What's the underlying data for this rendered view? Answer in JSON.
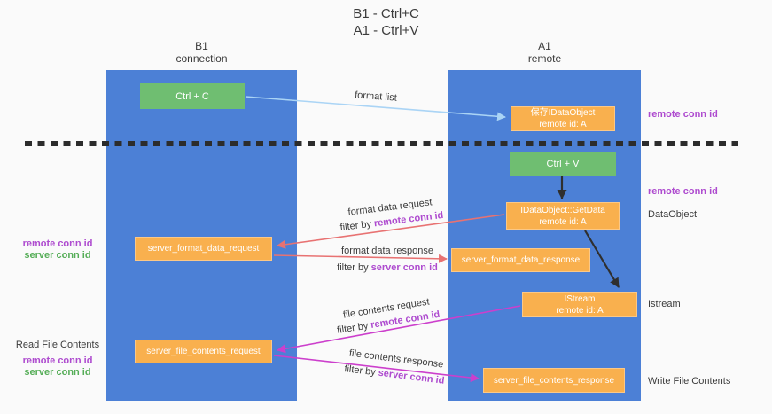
{
  "title": {
    "line1": "B1 - Ctrl+C",
    "line2": "A1 - Ctrl+V"
  },
  "lanes": {
    "left": {
      "name": "B1",
      "subtitle": "connection"
    },
    "right": {
      "name": "A1",
      "subtitle": "remote"
    }
  },
  "nodes": {
    "ctrl_c": {
      "label": "Ctrl + C"
    },
    "ctrl_v": {
      "label": "Ctrl + V"
    },
    "save_idataobject": {
      "line1": "保存IDataObject",
      "line2": "remote id: A"
    },
    "idataobject_getdata": {
      "line1": "IDataObject::GetData",
      "line2": "remote id: A"
    },
    "istream": {
      "line1": "IStream",
      "line2": "remote id: A"
    },
    "server_format_data_request": {
      "label": "server_format_data_request"
    },
    "server_format_data_response": {
      "label": "server_format_data_response"
    },
    "server_file_contents_request": {
      "label": "server_file_contents_request"
    },
    "server_file_contents_response": {
      "label": "server_file_contents_response"
    }
  },
  "shared": {
    "remote_conn_id": "remote conn id",
    "server_conn_id": "server conn id",
    "filter_by": "filter by "
  },
  "side_labels": {
    "dataobject": "DataObject",
    "istream": "Istream",
    "read_file_contents": "Read File Contents",
    "write_file_contents": "Write File Contents"
  },
  "edge_labels": {
    "format_list": "format list",
    "format_data_request": "format data request",
    "format_data_response": "format data response",
    "file_contents_request": "file contents request",
    "file_contents_response": "file contents response"
  },
  "colors": {
    "lane_blue": "#4c80d6",
    "box_green": "#6fbe71",
    "box_orange": "#f9b04e",
    "purple_text": "#ae4bcf",
    "green_text": "#55ad57",
    "arrow_red": "#e87272",
    "arrow_magenta": "#cc3fcc",
    "arrow_light_blue": "#aad4f5",
    "arrow_black": "#2f2f2f"
  }
}
